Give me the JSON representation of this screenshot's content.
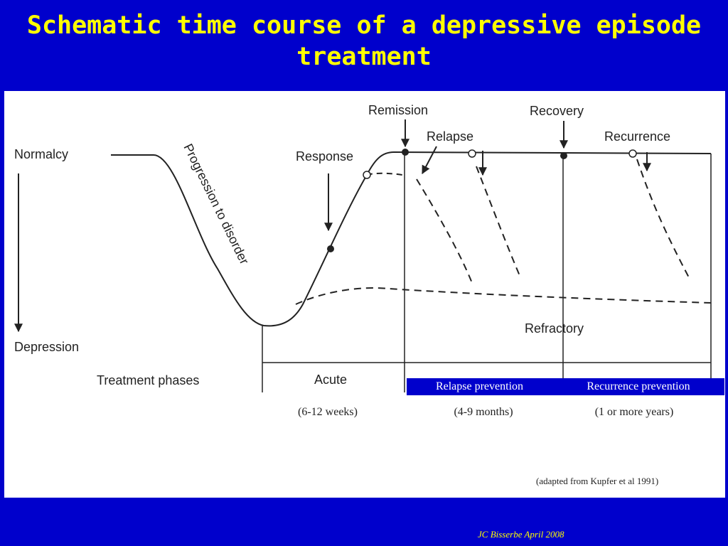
{
  "title": {
    "line1": "Schematic time course of a depressive episode",
    "line2": "treatment"
  },
  "diagram": {
    "axis": {
      "top_label": "Normalcy",
      "bottom_label": "Depression"
    },
    "curve_label": "Progression to disorder",
    "events": {
      "response": "Response",
      "remission": "Remission",
      "relapse": "Relapse",
      "recovery": "Recovery",
      "recurrence": "Recurrence",
      "refractory": "Refractory"
    },
    "phases_label": "Treatment phases",
    "phases": [
      {
        "name": "Acute",
        "duration": "(6-12 weeks)"
      },
      {
        "name": "Relapse prevention",
        "duration": "(4-9 months)"
      },
      {
        "name": "Recurrence prevention",
        "duration": "(1 or more years)"
      }
    ],
    "source": "(adapted from Kupfer et al 1991)",
    "colors": {
      "line": "#222222",
      "highlight_bg": "#0000cc",
      "highlight_text": "#ffffff"
    }
  },
  "footer": {
    "credit": "JC Bisserbe April  2008"
  }
}
